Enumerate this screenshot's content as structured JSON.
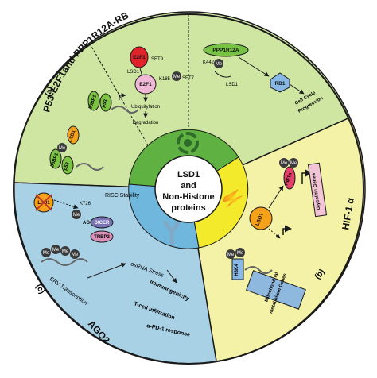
{
  "colors": {
    "panel_a": "#cfe6a3",
    "panel_b": "#f3f2a6",
    "panel_c": "#a9d1e6",
    "ring_green": "#5fb142",
    "ring_yellow": "#f2ea2b",
    "ring_blue": "#6fb7dd",
    "outline": "#1a1a1a",
    "e2f1": "#e0222a",
    "lsd1_small": "#f0b8d6",
    "ppp1r12a": "#78c346",
    "rb1": "#87b8e6",
    "p53": "#7cc243",
    "lsd1_big": "#f6a11a",
    "hif1a": "#e23f6a",
    "met": "#3a3a3a",
    "dicer": "#7a73b6",
    "trbp2": "#d98fb6",
    "box_pink": "#f2c4d6",
    "box_blue": "#8fb8df"
  },
  "center": {
    "line1": "LSD1",
    "line2": "and",
    "line3": "Non-Histone",
    "line4": "proteins"
  },
  "panel_a": {
    "title": "P53-E2F1and PPP1R12A-RB",
    "label": "(a)",
    "nodes": {
      "e2f1_top": "E2F1",
      "set9": "SET9",
      "lsd1_mid": "LSD1",
      "e2f1_lower": "E2F1",
      "k185": "K185",
      "me_k185": "Me",
      "set7": "SET7",
      "ubiquitylation": "Ubiquitylation",
      "degradation": "Degradation",
      "ppp1r12a": "PPP1R12A",
      "k442": "K442",
      "me_k442": "Me",
      "lsd1_right": "LSD1",
      "rb1": "RB1",
      "cell_cycle1": "Cell Cycle",
      "cell_cycle2": "Progression",
      "p53bp1_top": "53BP1",
      "p53_top": "p53",
      "lsd1_left": "LSD1",
      "p53bp1_low": "53BP1",
      "p53_low": "p53",
      "me_left": "Me"
    }
  },
  "panel_b": {
    "title": "HIF-1 α",
    "label": "(b)",
    "nodes": {
      "lsd1": "LSD1",
      "hif1a": "HIF1α",
      "me_a": "Me",
      "me_b": "Me",
      "me_c": "Me",
      "me_d": "Me",
      "glycolitic": "Glycolitic  Genes",
      "h3k4": "H3K4",
      "mito1": "Mitochondrial",
      "mito2": "metabolism  Genes"
    }
  },
  "panel_c": {
    "title": "AGO2",
    "label": "(c)",
    "nodes": {
      "lsd1": "LSD1",
      "k726": "K726",
      "me_k726": "Me",
      "risc1": "RISC Stability",
      "ago2": "AGO2",
      "dicer": "DICER",
      "trbp2": "TRBP2",
      "me_1": "Me",
      "me_2": "Me",
      "me_3": "Me",
      "me_4": "Me",
      "erv": "ERV Transcription",
      "dsrna": "dsRNA Stress",
      "immunogenicity": "Immunogenicity",
      "tcell": "T-cell infiltration",
      "pd1": "α-PD-1 response"
    }
  }
}
